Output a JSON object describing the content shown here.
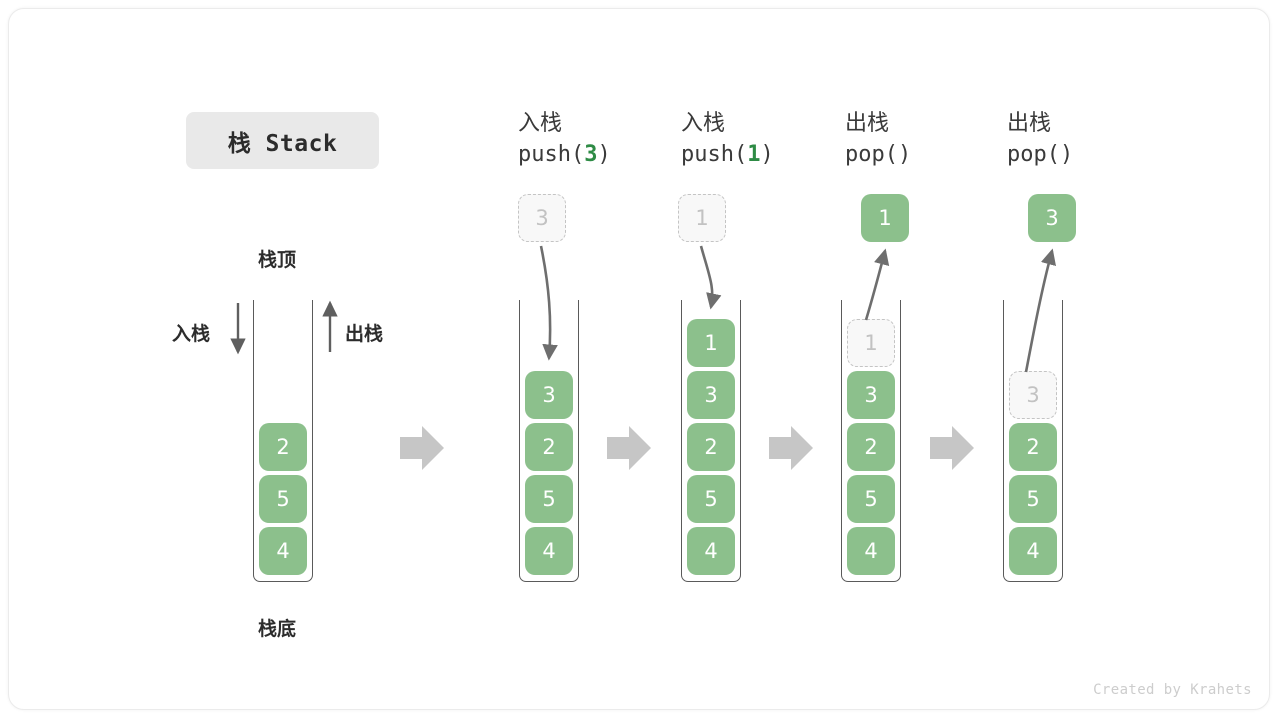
{
  "title_badge": {
    "label": "栈 Stack"
  },
  "labels": {
    "top": "栈顶",
    "bottom": "栈底",
    "push_side": "入栈",
    "pop_side": "出栈"
  },
  "columns": [
    {
      "id": "initial",
      "header_cn": "",
      "header_code": "",
      "header_code_prefix": "",
      "header_code_arg": "",
      "header_code_suffix": "",
      "cells": [
        {
          "value": "2",
          "state": "filled"
        },
        {
          "value": "5",
          "state": "filled"
        },
        {
          "value": "4",
          "state": "filled"
        }
      ],
      "floating": null
    },
    {
      "id": "push-3",
      "header_cn": "入栈",
      "header_code": "push(3)",
      "header_code_prefix": "push(",
      "header_code_arg": "3",
      "header_code_suffix": ")",
      "cells": [
        {
          "value": "3",
          "state": "filled"
        },
        {
          "value": "2",
          "state": "filled"
        },
        {
          "value": "5",
          "state": "filled"
        },
        {
          "value": "4",
          "state": "filled"
        }
      ],
      "floating": {
        "value": "3",
        "state": "ghost",
        "direction": "in"
      }
    },
    {
      "id": "push-1",
      "header_cn": "入栈",
      "header_code": "push(1)",
      "header_code_prefix": "push(",
      "header_code_arg": "1",
      "header_code_suffix": ")",
      "cells": [
        {
          "value": "1",
          "state": "filled"
        },
        {
          "value": "3",
          "state": "filled"
        },
        {
          "value": "2",
          "state": "filled"
        },
        {
          "value": "5",
          "state": "filled"
        },
        {
          "value": "4",
          "state": "filled"
        }
      ],
      "floating": {
        "value": "1",
        "state": "ghost",
        "direction": "in"
      }
    },
    {
      "id": "pop-1",
      "header_cn": "出栈",
      "header_code": "pop()",
      "header_code_prefix": "pop()",
      "header_code_arg": "",
      "header_code_suffix": "",
      "cells": [
        {
          "value": "1",
          "state": "ghost"
        },
        {
          "value": "3",
          "state": "filled"
        },
        {
          "value": "2",
          "state": "filled"
        },
        {
          "value": "5",
          "state": "filled"
        },
        {
          "value": "4",
          "state": "filled"
        }
      ],
      "floating": {
        "value": "1",
        "state": "filled",
        "direction": "out"
      }
    },
    {
      "id": "pop-2",
      "header_cn": "出栈",
      "header_code": "pop()",
      "header_code_prefix": "pop()",
      "header_code_arg": "",
      "header_code_suffix": "",
      "cells": [
        {
          "value": "3",
          "state": "ghost"
        },
        {
          "value": "2",
          "state": "filled"
        },
        {
          "value": "5",
          "state": "filled"
        },
        {
          "value": "4",
          "state": "filled"
        }
      ],
      "floating": {
        "value": "3",
        "state": "filled",
        "direction": "out"
      }
    }
  ],
  "separators": [
    "→",
    "→",
    "→",
    "→"
  ],
  "credit": "Created by Krahets",
  "colors": {
    "cell_fill": "#8cc08c",
    "cell_text": "#ffffff",
    "ghost_fill": "#f8f8f8",
    "ghost_text": "#c2c2c2",
    "ghost_border": "#c4c4c4",
    "arrow": "#6e6e6e",
    "separator": "#c6c6c6",
    "badge_bg": "#e9e9e9",
    "accent_green": "#2e8b45"
  }
}
